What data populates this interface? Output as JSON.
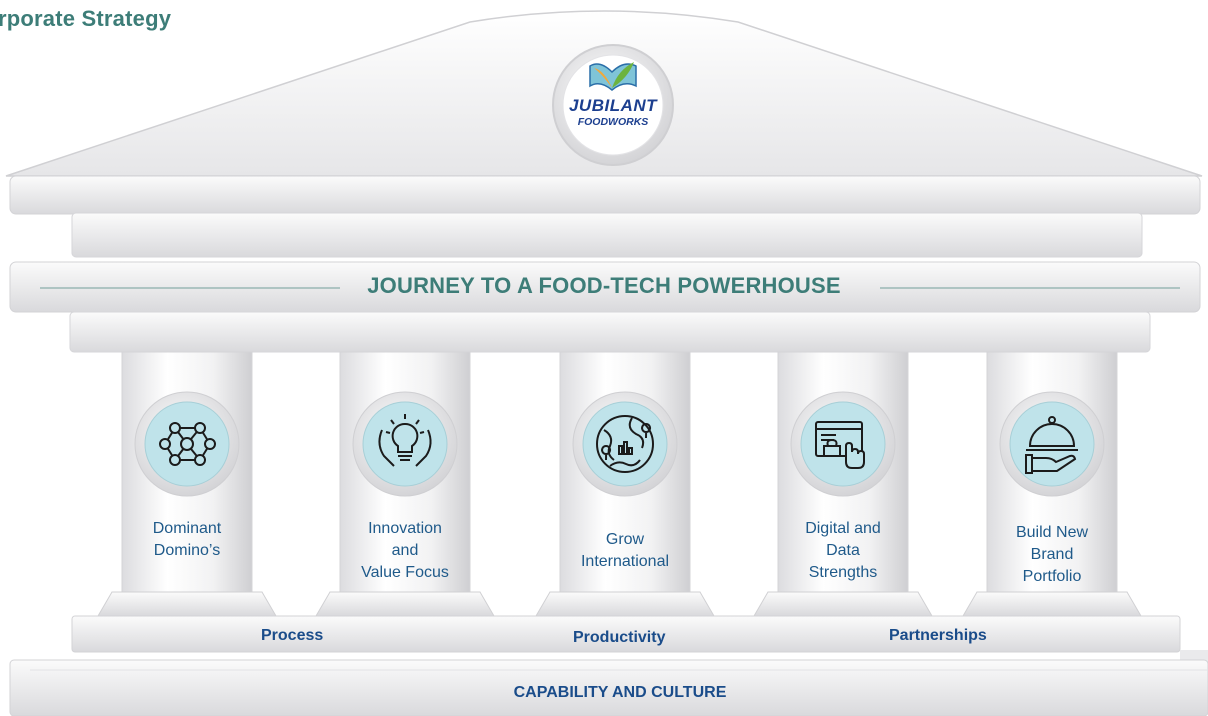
{
  "header": {
    "title": "rporate Strategy"
  },
  "logo": {
    "line1": "JUBILANT",
    "line2": "FOODWORKS",
    "icon": "book-leaf-icon"
  },
  "banner": {
    "text": "JOURNEY TO A FOOD-TECH POWERHOUSE"
  },
  "pillars": [
    {
      "icon": "network-nodes-icon",
      "lines": [
        "Dominant",
        "Domino’s"
      ]
    },
    {
      "icon": "lightbulb-hands-icon",
      "lines": [
        "Innovation",
        "and",
        "Value Focus"
      ]
    },
    {
      "icon": "globe-map-icon",
      "lines": [
        "Grow",
        "International"
      ]
    },
    {
      "icon": "digital-screen-touch-icon",
      "lines": [
        "Digital and",
        "Data",
        "Strengths"
      ]
    },
    {
      "icon": "serving-cloche-icon",
      "lines": [
        "Build New",
        "Brand",
        "Portfolio"
      ]
    }
  ],
  "steps": {
    "process": "Process",
    "productivity": "Productivity",
    "partnerships": "Partnerships"
  },
  "base": {
    "text": "CAPABILITY AND CULTURE"
  },
  "colors": {
    "teal": "#3d7d78",
    "navy": "#1a4c8a",
    "icon_bg": "#bfe3ea"
  }
}
